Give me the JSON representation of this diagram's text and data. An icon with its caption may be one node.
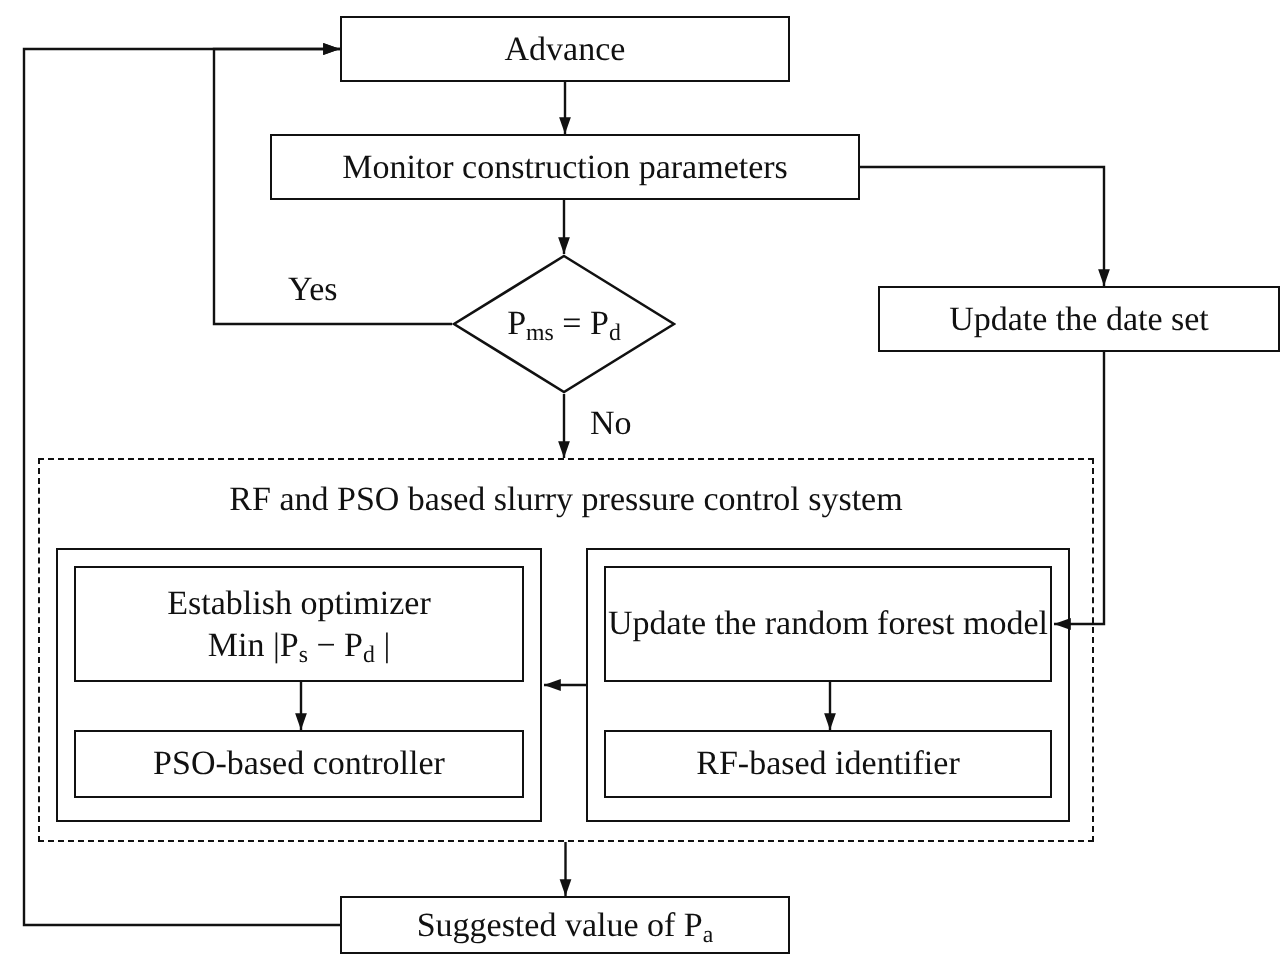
{
  "diagram": {
    "nodes": [
      {
        "text": [
          "Advance"
        ]
      },
      {
        "text": [
          "Monitor construction parameters"
        ]
      },
      {
        "text": [
          "P$_{ms}$ = P$_{d}$"
        ]
      },
      {
        "text": [
          "Update the date set"
        ]
      },
      {
        "text": [
          "RF and PSO based slurry pressure control system"
        ]
      },
      {
        "text": [],
        "shape": "box",
        "in": 4
      },
      {
        "text": [
          "Establish optimizer",
          "Min |P$_{s}$ − P$_{d}$ |"
        ],
        "in": 5
      },
      {
        "text": [
          "PSO-based controller"
        ],
        "in": 5
      },
      {
        "text": [],
        "shape": "box",
        "in": 4
      },
      {
        "text": [
          "Update the random forest model"
        ],
        "in": 8
      },
      {
        "text": [
          "RF-based identifier"
        ],
        "in": 8
      },
      {
        "text": [
          "Suggested value of P$_{a}$"
        ]
      }
    ],
    "edges": [
      {
        "from": 0,
        "to": 1,
        "arrow": "to"
      },
      {
        "from": 1,
        "to": 2,
        "arrow": "to"
      },
      {
        "from": 1,
        "to": 3,
        "arrow": "to"
      },
      {
        "from": 2,
        "to": 0,
        "arrow": "to",
        "label": "Yes"
      },
      {
        "from": 2,
        "to": 4,
        "arrow": "to",
        "label": "No"
      },
      {
        "from": 3,
        "to": 9,
        "arrow": "to"
      },
      {
        "from": 9,
        "to": 10,
        "arrow": "to"
      },
      {
        "from": 6,
        "to": 7,
        "arrow": "to"
      },
      {
        "from": 8,
        "to": 5,
        "arrow": "to"
      },
      {
        "from": 4,
        "to": 11,
        "arrow": "to"
      },
      {
        "from": 11,
        "to": 0,
        "arrow": "to"
      }
    ]
  }
}
